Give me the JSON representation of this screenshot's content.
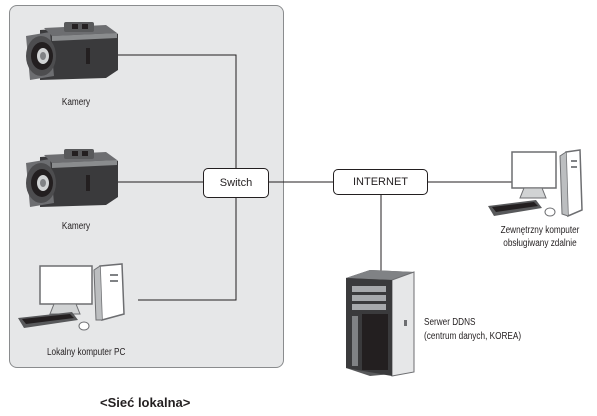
{
  "camera1": {
    "label": "Kamery"
  },
  "camera2": {
    "label": "Kamery"
  },
  "local_pc": {
    "label": "Lokalny komputer PC"
  },
  "switch": {
    "label": "Switch"
  },
  "internet": {
    "label": "INTERNET"
  },
  "remote_pc": {
    "line1": "Zewnętrzny komputer",
    "line2": "obsługiwany zdalnie"
  },
  "ddns": {
    "line1": "Serwer DDNS",
    "line2": "(centrum danych, KOREA)"
  },
  "caption": "<Sieć lokalna>",
  "colors": {
    "panel": "#e6e7e8",
    "panel_border": "#8a8c8e",
    "line": "#231f20"
  },
  "icons": [
    "camera-icon",
    "desktop-pc-icon",
    "server-tower-icon"
  ]
}
